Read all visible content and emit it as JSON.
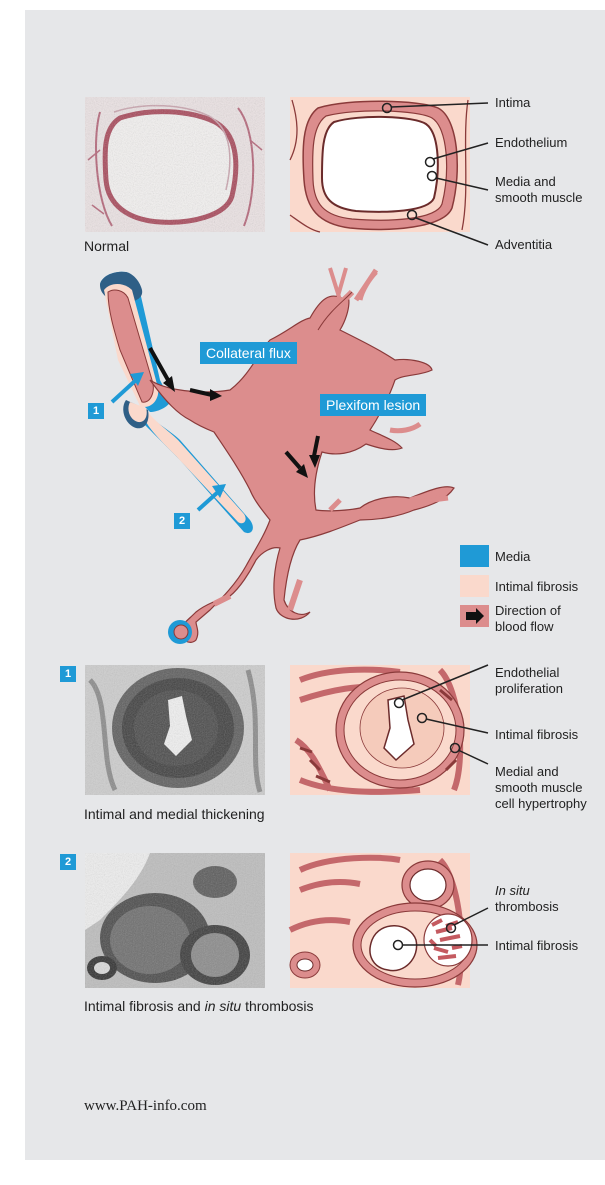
{
  "normal": {
    "caption": "Normal",
    "labels": {
      "intima": "Intima",
      "endothelium": "Endothelium",
      "media_line1": "Media and",
      "media_line2": "smooth muscle",
      "adventitia": "Adventitia"
    }
  },
  "diagram": {
    "collateral_flux": "Collateral flux",
    "plexiform_lesion": "Plexifom lesion",
    "marker_1": "1",
    "marker_2": "2"
  },
  "legend": {
    "media": "Media",
    "intimal_fibrosis": "Intimal fibrosis",
    "direction_line1": "Direction of",
    "direction_line2": "blood flow"
  },
  "panel1": {
    "number": "1",
    "caption": "Intimal and medial thickening",
    "labels": {
      "endothelial_line1": "Endothelial",
      "endothelial_line2": "proliferation",
      "intimal_fibrosis": "Intimal fibrosis",
      "medial_line1": "Medial and",
      "medial_line2": "smooth muscle",
      "medial_line3": "cell hypertrophy"
    }
  },
  "panel2": {
    "number": "2",
    "caption_part1": "Intimal fibrosis and ",
    "caption_italic": "in situ",
    "caption_part2": " thrombosis",
    "labels": {
      "in_situ_italic": "In situ",
      "thrombosis": "thrombosis",
      "intimal_fibrosis": "Intimal fibrosis"
    }
  },
  "footer": {
    "url": "www.PAH-info.com"
  },
  "colors": {
    "background": "#e6e7e9",
    "media_blue": "#1f9ad6",
    "intimal_fibrosis_pink": "#f9d6c8",
    "vessel_rose": "#dc8d8d",
    "outline": "#8a3a3a"
  }
}
